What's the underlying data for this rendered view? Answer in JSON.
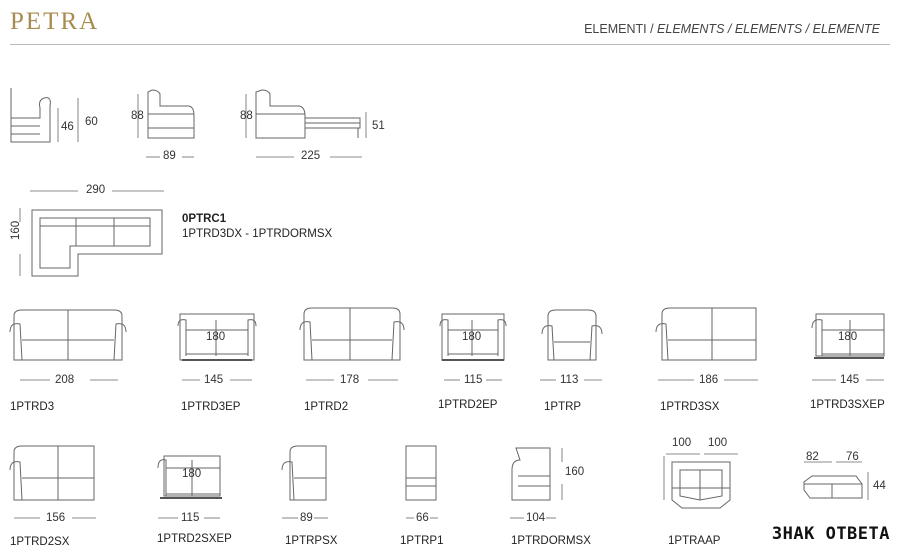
{
  "header": {
    "brand": "PETRA",
    "elements_it": "ELEMENTI /",
    "elements_rest": "ELEMENTS / ELEMENTS / ELEMENTE"
  },
  "top_dims": {
    "armchair_side_h1": "46",
    "armchair_side_h2": "60",
    "bed_side_h": "88",
    "bed_side_w": "89",
    "bed_open_h": "88",
    "bed_open_w": "225",
    "bed_open_mattress_h": "51"
  },
  "corner": {
    "width": "290",
    "depth": "160",
    "code_bold": "0PTRC1",
    "code_sub": "1PTRD3DX - 1PTRDORMSX"
  },
  "row1": [
    {
      "code": "1PTRD3",
      "width": "208"
    },
    {
      "code": "1PTRD3EP",
      "width": "145",
      "inner": "180"
    },
    {
      "code": "1PTRD2",
      "width": "178"
    },
    {
      "code": "1PTRD2EP",
      "width": "115",
      "inner": "180"
    },
    {
      "code": "1PTRP",
      "width": "113"
    },
    {
      "code": "1PTRD3SX",
      "width": "186"
    },
    {
      "code": "1PTRD3SXEP",
      "width": "145",
      "inner": "180"
    }
  ],
  "row2": [
    {
      "code": "1PTRD2SX",
      "width": "156"
    },
    {
      "code": "1PTRD2SXEP",
      "width": "115",
      "inner": "180"
    },
    {
      "code": "1PTRPSX",
      "width": "89"
    },
    {
      "code": "1PTRP1",
      "width": "66"
    },
    {
      "code": "1PTRDORMSX",
      "width": "104",
      "depth": "160"
    },
    {
      "code": "1PTRAAP",
      "w1": "100",
      "w2": "100"
    },
    {
      "code": "",
      "w1": "82",
      "w2": "76",
      "height": "44"
    }
  ],
  "watermark": "ЗНАК ОТВЕТА"
}
